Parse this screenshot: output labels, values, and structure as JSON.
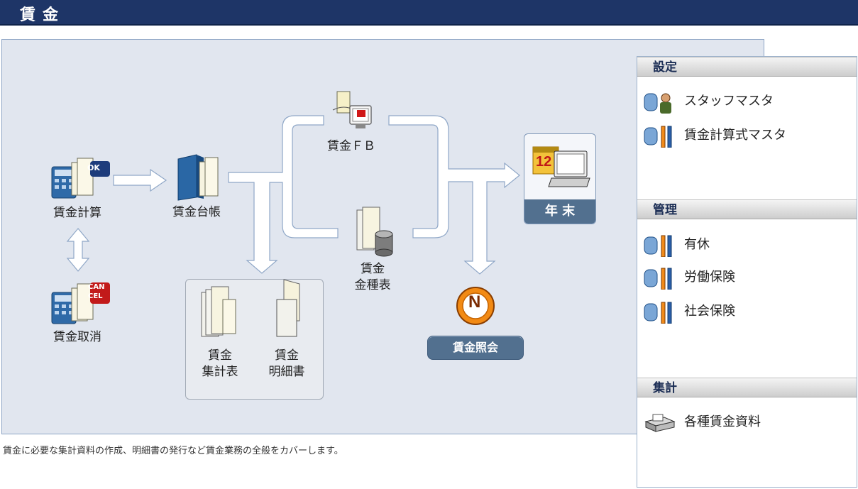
{
  "header": {
    "title": "賃金"
  },
  "flow": {
    "wage_calc": {
      "label": "賃金計算",
      "badge": "OK"
    },
    "wage_cancel": {
      "label": "賃金取消",
      "badge_line1": "CAN",
      "badge_line2": "CEL"
    },
    "wage_ledger": {
      "label": "賃金台帳"
    },
    "wage_fb": {
      "label": "賃金ＦＢ"
    },
    "denomination": {
      "line1": "賃金",
      "line2": "金種表"
    },
    "summary": {
      "line1": "賃金",
      "line2": "集計表"
    },
    "payslip": {
      "line1": "賃金",
      "line2": "明細書"
    },
    "year_end": {
      "label": "年 末",
      "calendar_text": "12"
    },
    "inquiry": {
      "label": "賃金照会",
      "icon_letter": "N"
    }
  },
  "description": "賃金に必要な集計資料の作成、明細書の発行など賃金業務の全般をカバーします。",
  "sidebar": {
    "settings": {
      "title": "設定",
      "items": [
        {
          "label": "スタッフマスタ",
          "icon": "db-staff-icon"
        },
        {
          "label": "賃金計算式マスタ",
          "icon": "db-tools-icon"
        }
      ]
    },
    "management": {
      "title": "管理",
      "items": [
        {
          "label": "有休",
          "icon": "db-tools-icon"
        },
        {
          "label": "労働保険",
          "icon": "db-tools-icon"
        },
        {
          "label": "社会保険",
          "icon": "db-tools-icon"
        }
      ]
    },
    "aggregate": {
      "title": "集計",
      "items": [
        {
          "label": "各種賃金資料",
          "icon": "printer-icon"
        }
      ]
    }
  },
  "colors": {
    "header_bg": "#1e3567",
    "panel_bg": "#e1e6ef",
    "button_bg": "#52708f",
    "accent": "#f08a1a"
  }
}
